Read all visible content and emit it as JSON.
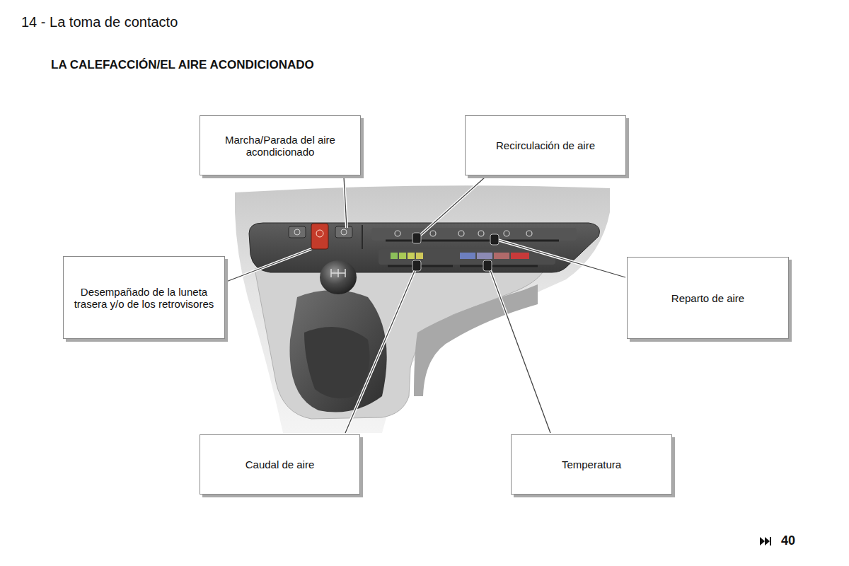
{
  "diagram": {
    "title": "LA CALEFACCIÓN/EL AIRE ACONDICIONADO",
    "nodes": [
      {
        "text": [
          "Marcha/Parada del aire acondicionado"
        ]
      },
      {
        "text": [
          "Recirculación de aire"
        ]
      },
      {
        "text": [
          "Desempañado de la luneta trasera y/o de los retrovisores"
        ]
      },
      {
        "text": [
          "Reparto de aire"
        ]
      },
      {
        "text": [
          "Caudal de aire"
        ]
      },
      {
        "text": [
          "Temperatura"
        ]
      }
    ],
    "labels": [
      "14 - La toma de contacto",
      "40"
    ]
  }
}
